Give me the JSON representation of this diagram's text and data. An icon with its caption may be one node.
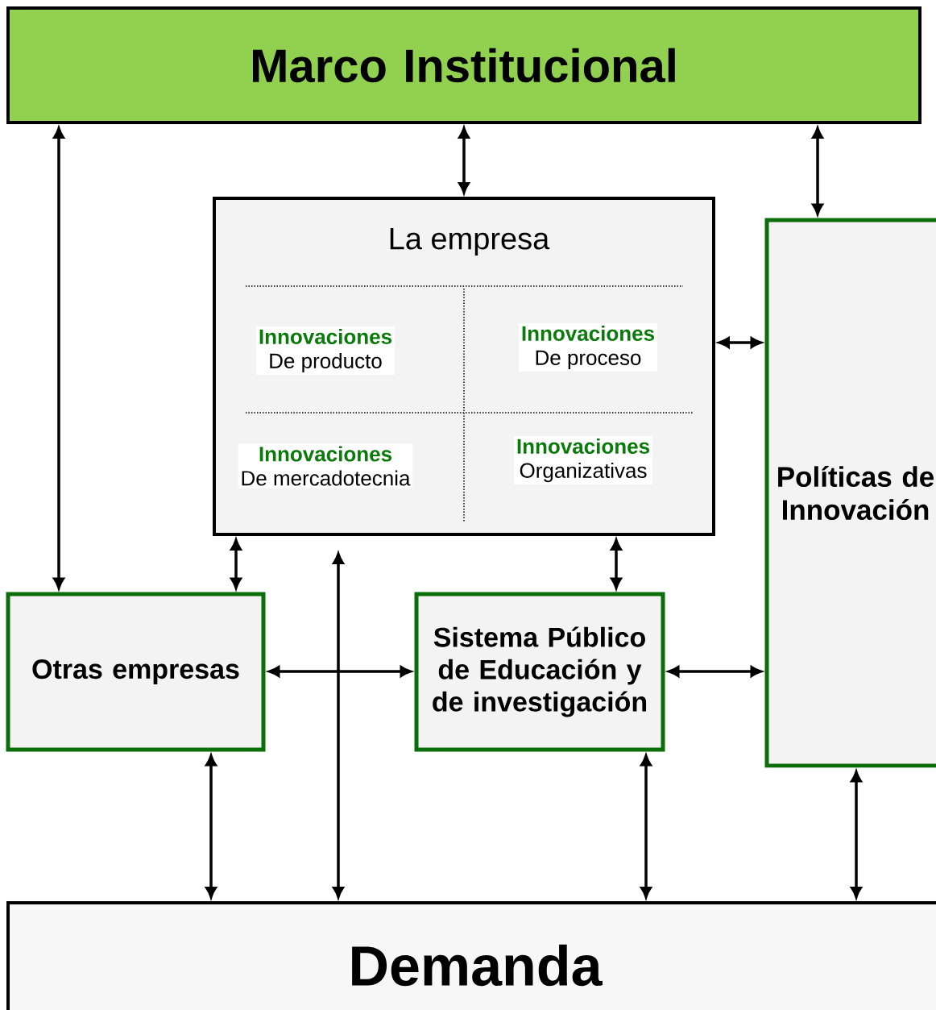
{
  "diagram": {
    "nodes": [
      {
        "text": [
          "Marco Institucional"
        ]
      },
      {
        "text": [
          "La empresa"
        ]
      },
      {
        "text": [
          "Innovaciones",
          "De producto"
        ],
        "in": 1
      },
      {
        "text": [
          "Innovaciones",
          "De proceso"
        ],
        "in": 1
      },
      {
        "text": [
          "Innovaciones",
          "De mercadotecnia"
        ],
        "in": 1
      },
      {
        "text": [
          "Innovaciones",
          "Organizativas"
        ],
        "in": 1
      },
      {
        "text": [
          "Políticas de Innovación"
        ]
      },
      {
        "text": [
          "Otras empresas"
        ]
      },
      {
        "text": [
          "Sistema Público de Educación y de investigación"
        ]
      },
      {
        "text": [
          "Demanda"
        ]
      }
    ],
    "edges": [
      {
        "from": 0,
        "to": 7,
        "arrow": "both"
      },
      {
        "from": 0,
        "to": 1,
        "arrow": "both"
      },
      {
        "from": 0,
        "to": 6,
        "arrow": "both"
      },
      {
        "from": 1,
        "to": 6,
        "arrow": "both"
      },
      {
        "from": 1,
        "to": 7,
        "arrow": "both"
      },
      {
        "from": 1,
        "to": 9,
        "arrow": "both"
      },
      {
        "from": 1,
        "to": 8,
        "arrow": "both"
      },
      {
        "from": 7,
        "to": 8,
        "arrow": "both"
      },
      {
        "from": 8,
        "to": 6,
        "arrow": "both"
      },
      {
        "from": 7,
        "to": 9,
        "arrow": "both"
      },
      {
        "from": 8,
        "to": 9,
        "arrow": "both"
      },
      {
        "from": 6,
        "to": 9,
        "arrow": "both"
      }
    ]
  }
}
